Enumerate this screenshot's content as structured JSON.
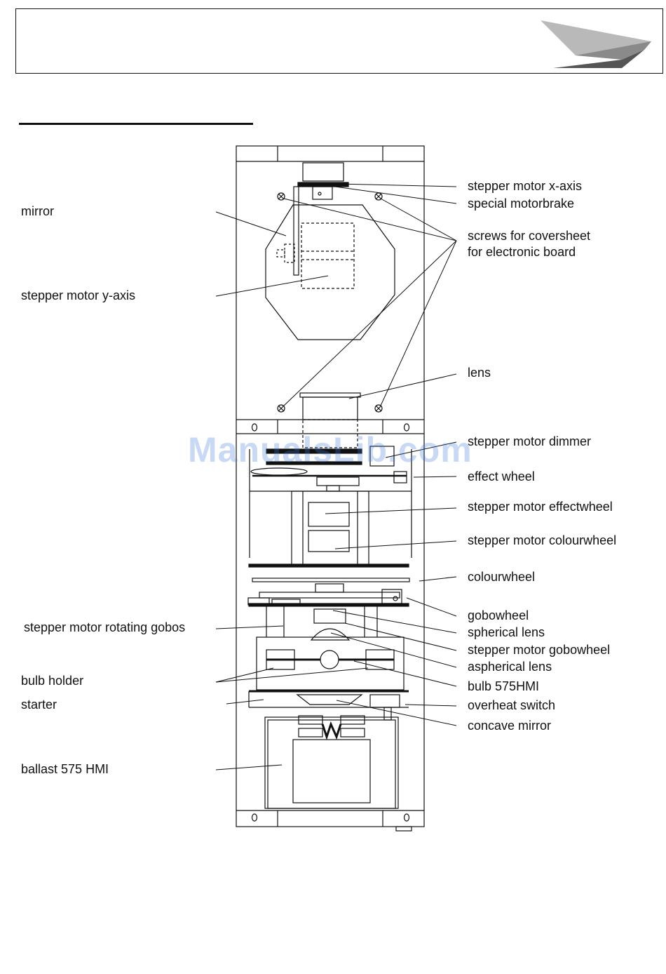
{
  "header": {
    "logo_icon": "brand-logo-icon"
  },
  "watermark": {
    "text": "ManualsLib.com"
  },
  "labels_left": {
    "mirror": "mirror",
    "stepper_y": "stepper motor y-axis",
    "rotating_gobos": "stepper motor rotating gobos",
    "bulb_holder": "bulb holder",
    "starter": "starter",
    "ballast": "ballast 575 HMI"
  },
  "labels_right": {
    "stepper_x": "stepper motor x-axis",
    "motorbrake": "special motorbrake",
    "screws_line1": "screws for coversheet",
    "screws_line2": "for electronic board",
    "lens": "lens",
    "dimmer": "stepper motor dimmer",
    "effect_wheel": "effect wheel",
    "stepper_effect": "stepper motor effectwheel",
    "stepper_colour": "stepper motor colourwheel",
    "colourwheel": "colourwheel",
    "gobowheel": "gobowheel",
    "spherical_lens": "spherical lens",
    "stepper_gobowheel": "stepper motor gobowheel",
    "aspherical_lens": "aspherical lens",
    "bulb": "bulb 575HMI",
    "overheat": "overheat switch",
    "concave_mirror": "concave mirror"
  }
}
